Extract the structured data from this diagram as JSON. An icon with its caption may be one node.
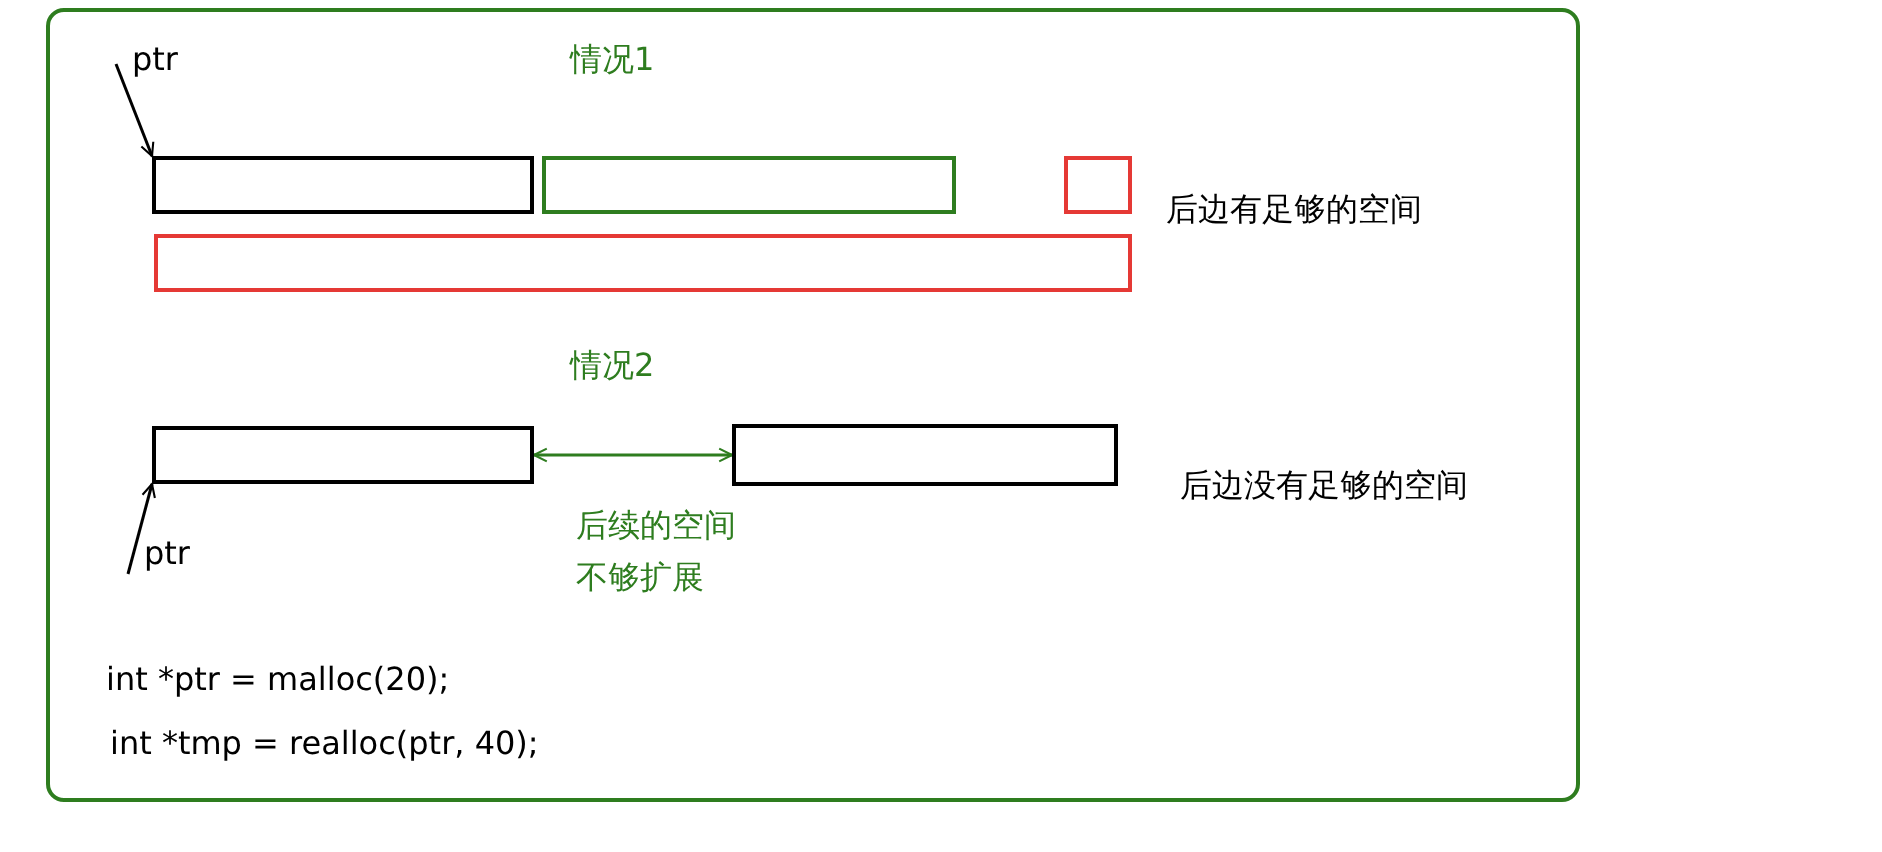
{
  "diagram": {
    "nodes": [
      {
        "text": [
          "ptr"
        ]
      },
      {
        "text": [],
        "shape": "box"
      },
      {
        "text": [],
        "shape": "box"
      },
      {
        "text": [],
        "shape": "box"
      },
      {
        "text": [],
        "shape": "box"
      },
      {
        "text": [
          "ptr"
        ]
      },
      {
        "text": [],
        "shape": "box"
      },
      {
        "text": [],
        "shape": "box"
      }
    ],
    "edges": [
      {
        "from": 0,
        "to": 1,
        "arrow": "to"
      },
      {
        "from": 5,
        "to": 6,
        "arrow": "to"
      },
      {
        "from": 6,
        "to": 7,
        "arrow": "both",
        "color": "#2e7d1f",
        "label": "后续的空间不够扩展"
      }
    ],
    "labels": [
      "情况1",
      "后边有足够的空间",
      "情况2",
      "后边没有足够的空间",
      "int *ptr = malloc(20);",
      "int *tmp = realloc(ptr, 40);"
    ]
  }
}
